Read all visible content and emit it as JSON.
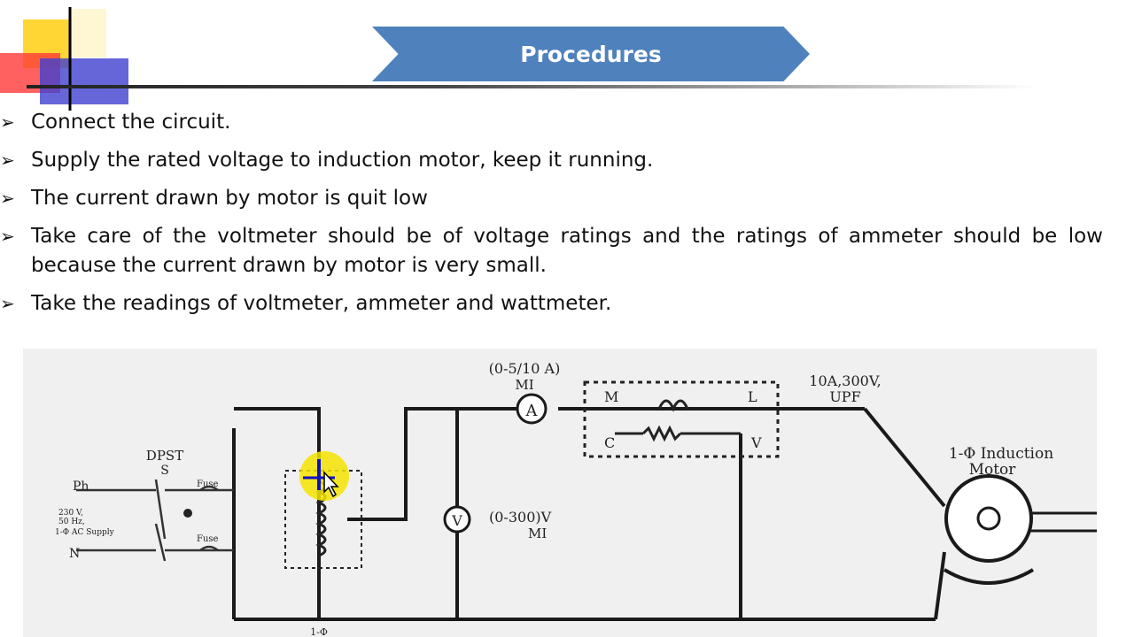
{
  "slide": {
    "title": "Procedures",
    "bullets": [
      "Connect the circuit.",
      "Supply the rated voltage to induction motor, keep it running.",
      "The current drawn by motor is quit low",
      "Take care of the voltmeter should be of voltage ratings and the ratings of ammeter should be low because the current drawn by motor is very small.",
      "Take the readings of voltmeter, ammeter and wattmeter."
    ],
    "bullet_marker": "➢"
  },
  "diagram": {
    "switch_label": "DPST",
    "switch_sub": "S",
    "phase_label": "Ph",
    "neutral_label": "N",
    "supply_label_1": "230 V,",
    "supply_label_2": "50 Hz,",
    "supply_label_3": "1-Φ AC Supply",
    "fuse_label": "Fuse",
    "ammeter_range": "(0-5/10 A)",
    "ammeter_type": "MI",
    "ammeter_symbol": "A",
    "voltmeter_range": "(0-300)V",
    "voltmeter_type": "MI",
    "voltmeter_symbol": "V",
    "wattmeter_m": "M",
    "wattmeter_l": "L",
    "wattmeter_c": "C",
    "wattmeter_v": "V",
    "wattmeter_rating_1": "10A,300V,",
    "wattmeter_rating_2": "UPF",
    "motor_label_1": "1-Φ Induction",
    "motor_label_2": "Motor",
    "autotransformer_label": "1-Φ"
  }
}
